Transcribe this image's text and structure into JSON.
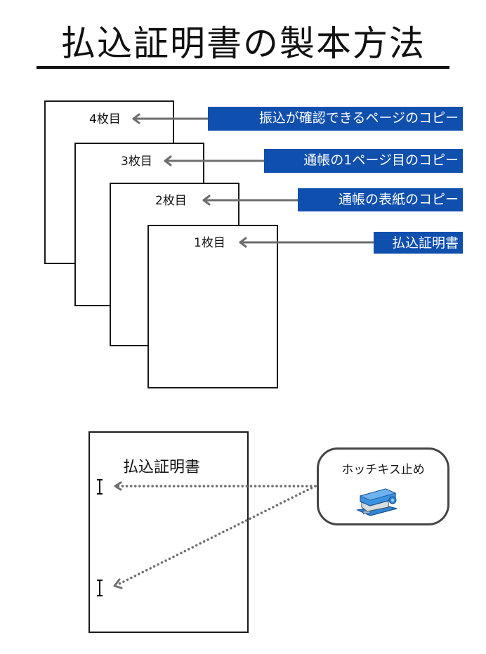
{
  "title": "払込証明書の製本方法",
  "stack": {
    "pages": [
      {
        "order": 4,
        "label": "4枚目",
        "description": "振込が確認できるページのコピー"
      },
      {
        "order": 3,
        "label": "3枚目",
        "description": "通帳の1ページ目のコピー"
      },
      {
        "order": 2,
        "label": "2枚目",
        "description": "通帳の表紙のコピー"
      },
      {
        "order": 1,
        "label": "1枚目",
        "description": "払込証明書"
      }
    ]
  },
  "binding": {
    "page_title": "払込証明書",
    "staple_marks": [
      "I",
      "I"
    ],
    "method_label": "ホッチキス止め",
    "method_icon": "stapler-icon"
  },
  "colors": {
    "label_background": "#0f4fae",
    "label_text": "#ffffff",
    "arrow": "#6e6e6e",
    "dotted_arrow": "#6e6e6e",
    "border": "#1a1a1a"
  }
}
